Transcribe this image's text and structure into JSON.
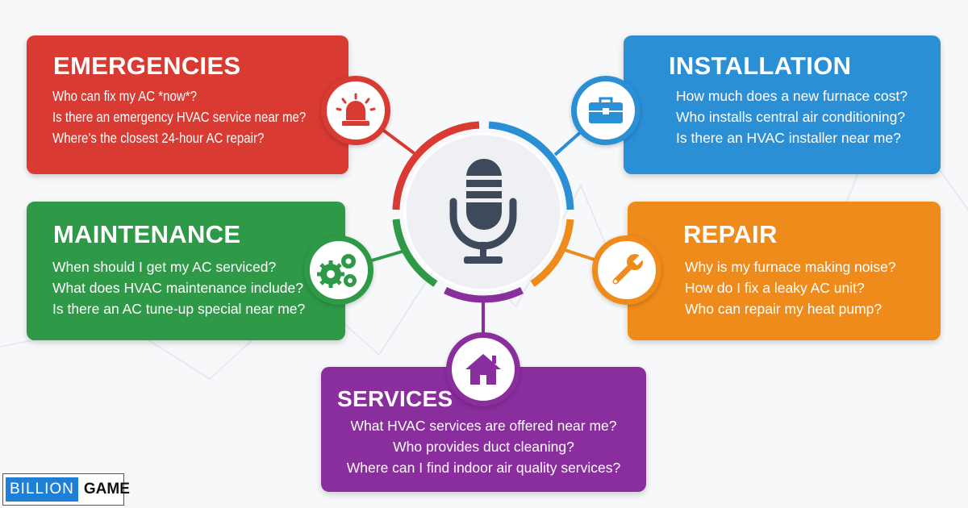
{
  "center": {
    "icon": "microphone-icon"
  },
  "categories": [
    {
      "title": "EMERGENCIES",
      "icon": "alarm-light-icon",
      "color": "#d93a32",
      "questions": [
        "Who can fix my AC *now*?",
        "Is there an emergency HVAC service near me?",
        "Where’s the closest 24-hour AC repair?"
      ]
    },
    {
      "title": "INSTALLATION",
      "icon": "toolbox-icon",
      "color": "#2b8fd6",
      "questions": [
        "How much does a new furnace cost?",
        "Who installs central air conditioning?",
        "Is there an HVAC installer near me?"
      ]
    },
    {
      "title": "MAINTENANCE",
      "icon": "gears-icon",
      "color": "#2e9a48",
      "questions": [
        "When should I get my AC serviced?",
        "What does HVAC maintenance include?",
        "Is there an AC tune-up special near me?"
      ]
    },
    {
      "title": "REPAIR",
      "icon": "wrench-icon",
      "color": "#ef8b1a",
      "questions": [
        "Why is my furnace making noise?",
        "How do I fix a leaky AC unit?",
        "Who can repair my heat pump?"
      ]
    },
    {
      "title": "SERVICES",
      "icon": "house-icon",
      "color": "#8a2e9e",
      "questions": [
        "What HVAC services are offered near me?",
        "Who provides duct cleaning?",
        "Where can I find indoor air quality services?"
      ]
    }
  ],
  "logo": {
    "part1": "BILLION",
    "part2": "GAME"
  }
}
